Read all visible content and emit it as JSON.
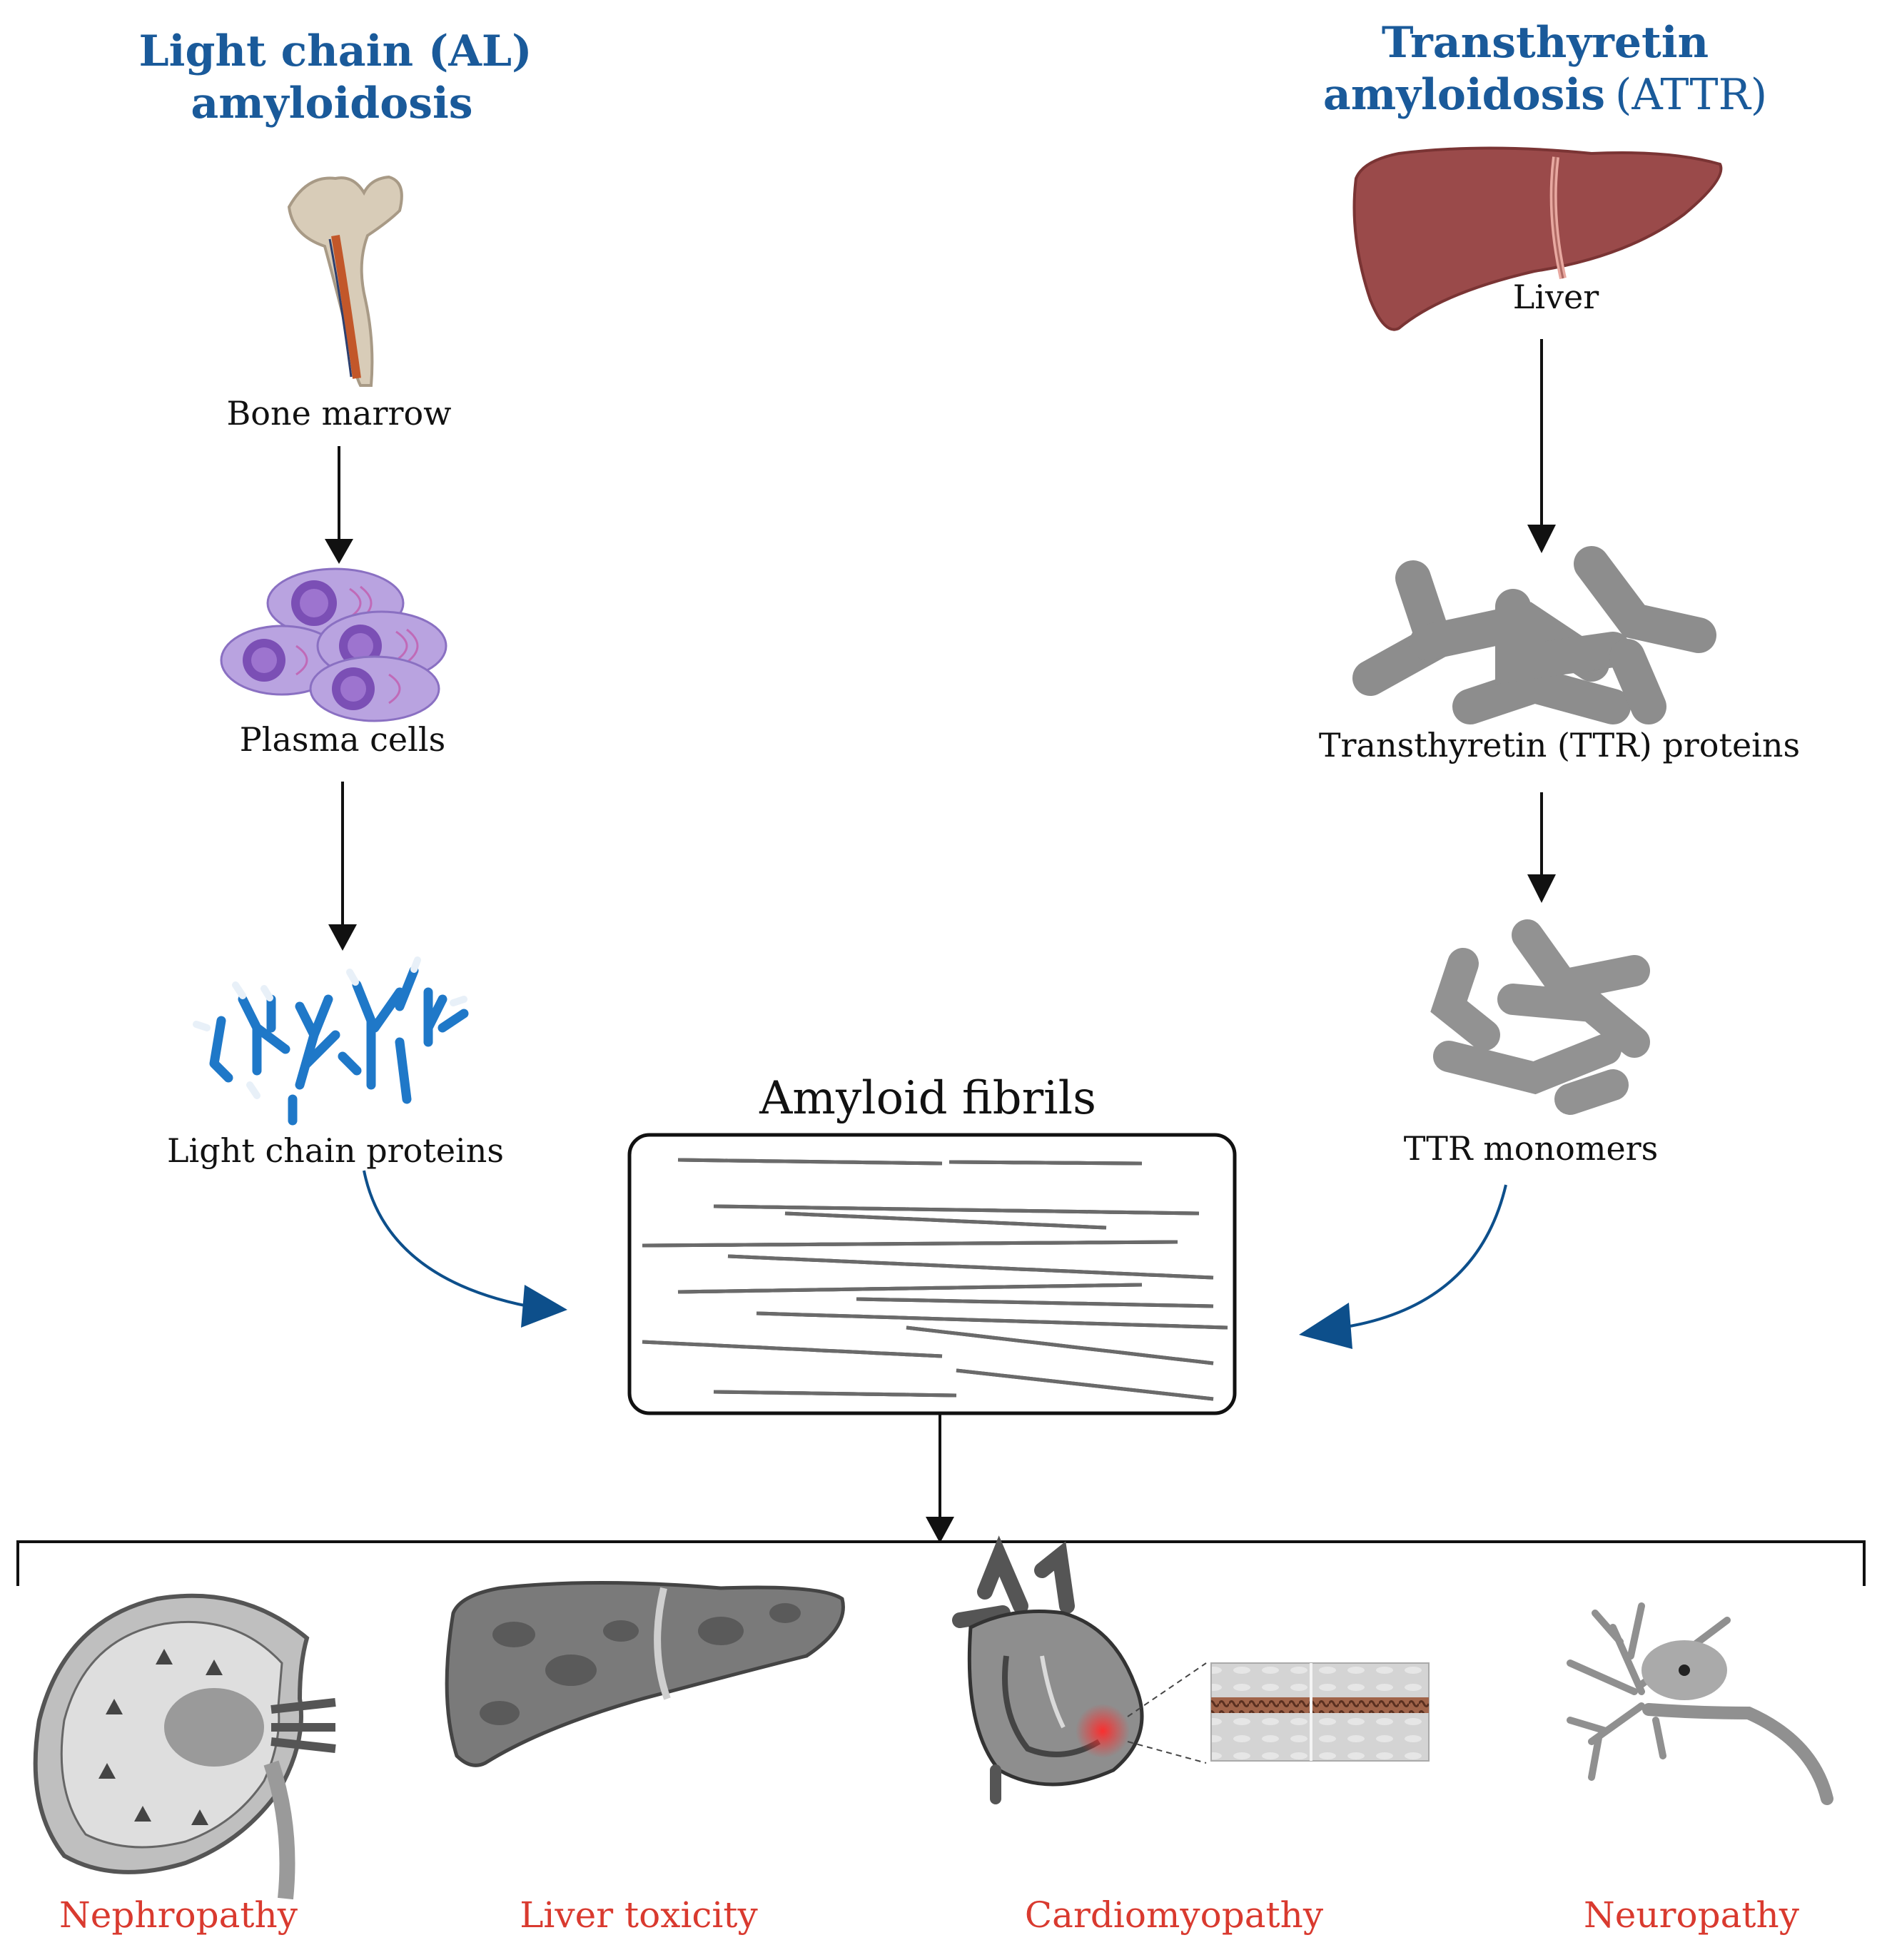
{
  "pathways": {
    "al": {
      "title_line1": "Light chain (AL)",
      "title_line2": "amyloidosis",
      "steps": [
        "Bone marrow",
        "Plasma cells",
        "Light chain proteins"
      ]
    },
    "attr": {
      "title_line1": "Transthyretin",
      "title_line2_bold": "amyloidosis",
      "title_line2_tail": "(ATTR)",
      "steps": [
        "Liver",
        "Transthyretin (TTR) proteins",
        "TTR monomers"
      ]
    }
  },
  "center": {
    "title": "Amyloid fibrils"
  },
  "outcomes": [
    "Nephropathy",
    "Liver toxicity",
    "Cardiomyopathy",
    "Neuropathy"
  ],
  "colors": {
    "title_blue": "#1a5a9a",
    "flow_arrow_blue": "#0d4f8b",
    "outcome_red": "#d93a2f",
    "liver_red": "#9a4a4a",
    "protein_gray": "#8a8a8a",
    "antibody_blue": "#1f78c8",
    "cell_purple": "#b9a3e0"
  },
  "icons": [
    "bone-marrow-icon",
    "plasma-cells-icon",
    "light-chain-antibody-icon",
    "liver-icon",
    "ttr-protein-icon",
    "ttr-monomer-icon",
    "fibril-helix-icon",
    "kidney-icon",
    "damaged-liver-icon",
    "heart-icon",
    "myocardium-tissue-icon",
    "neuron-icon"
  ]
}
